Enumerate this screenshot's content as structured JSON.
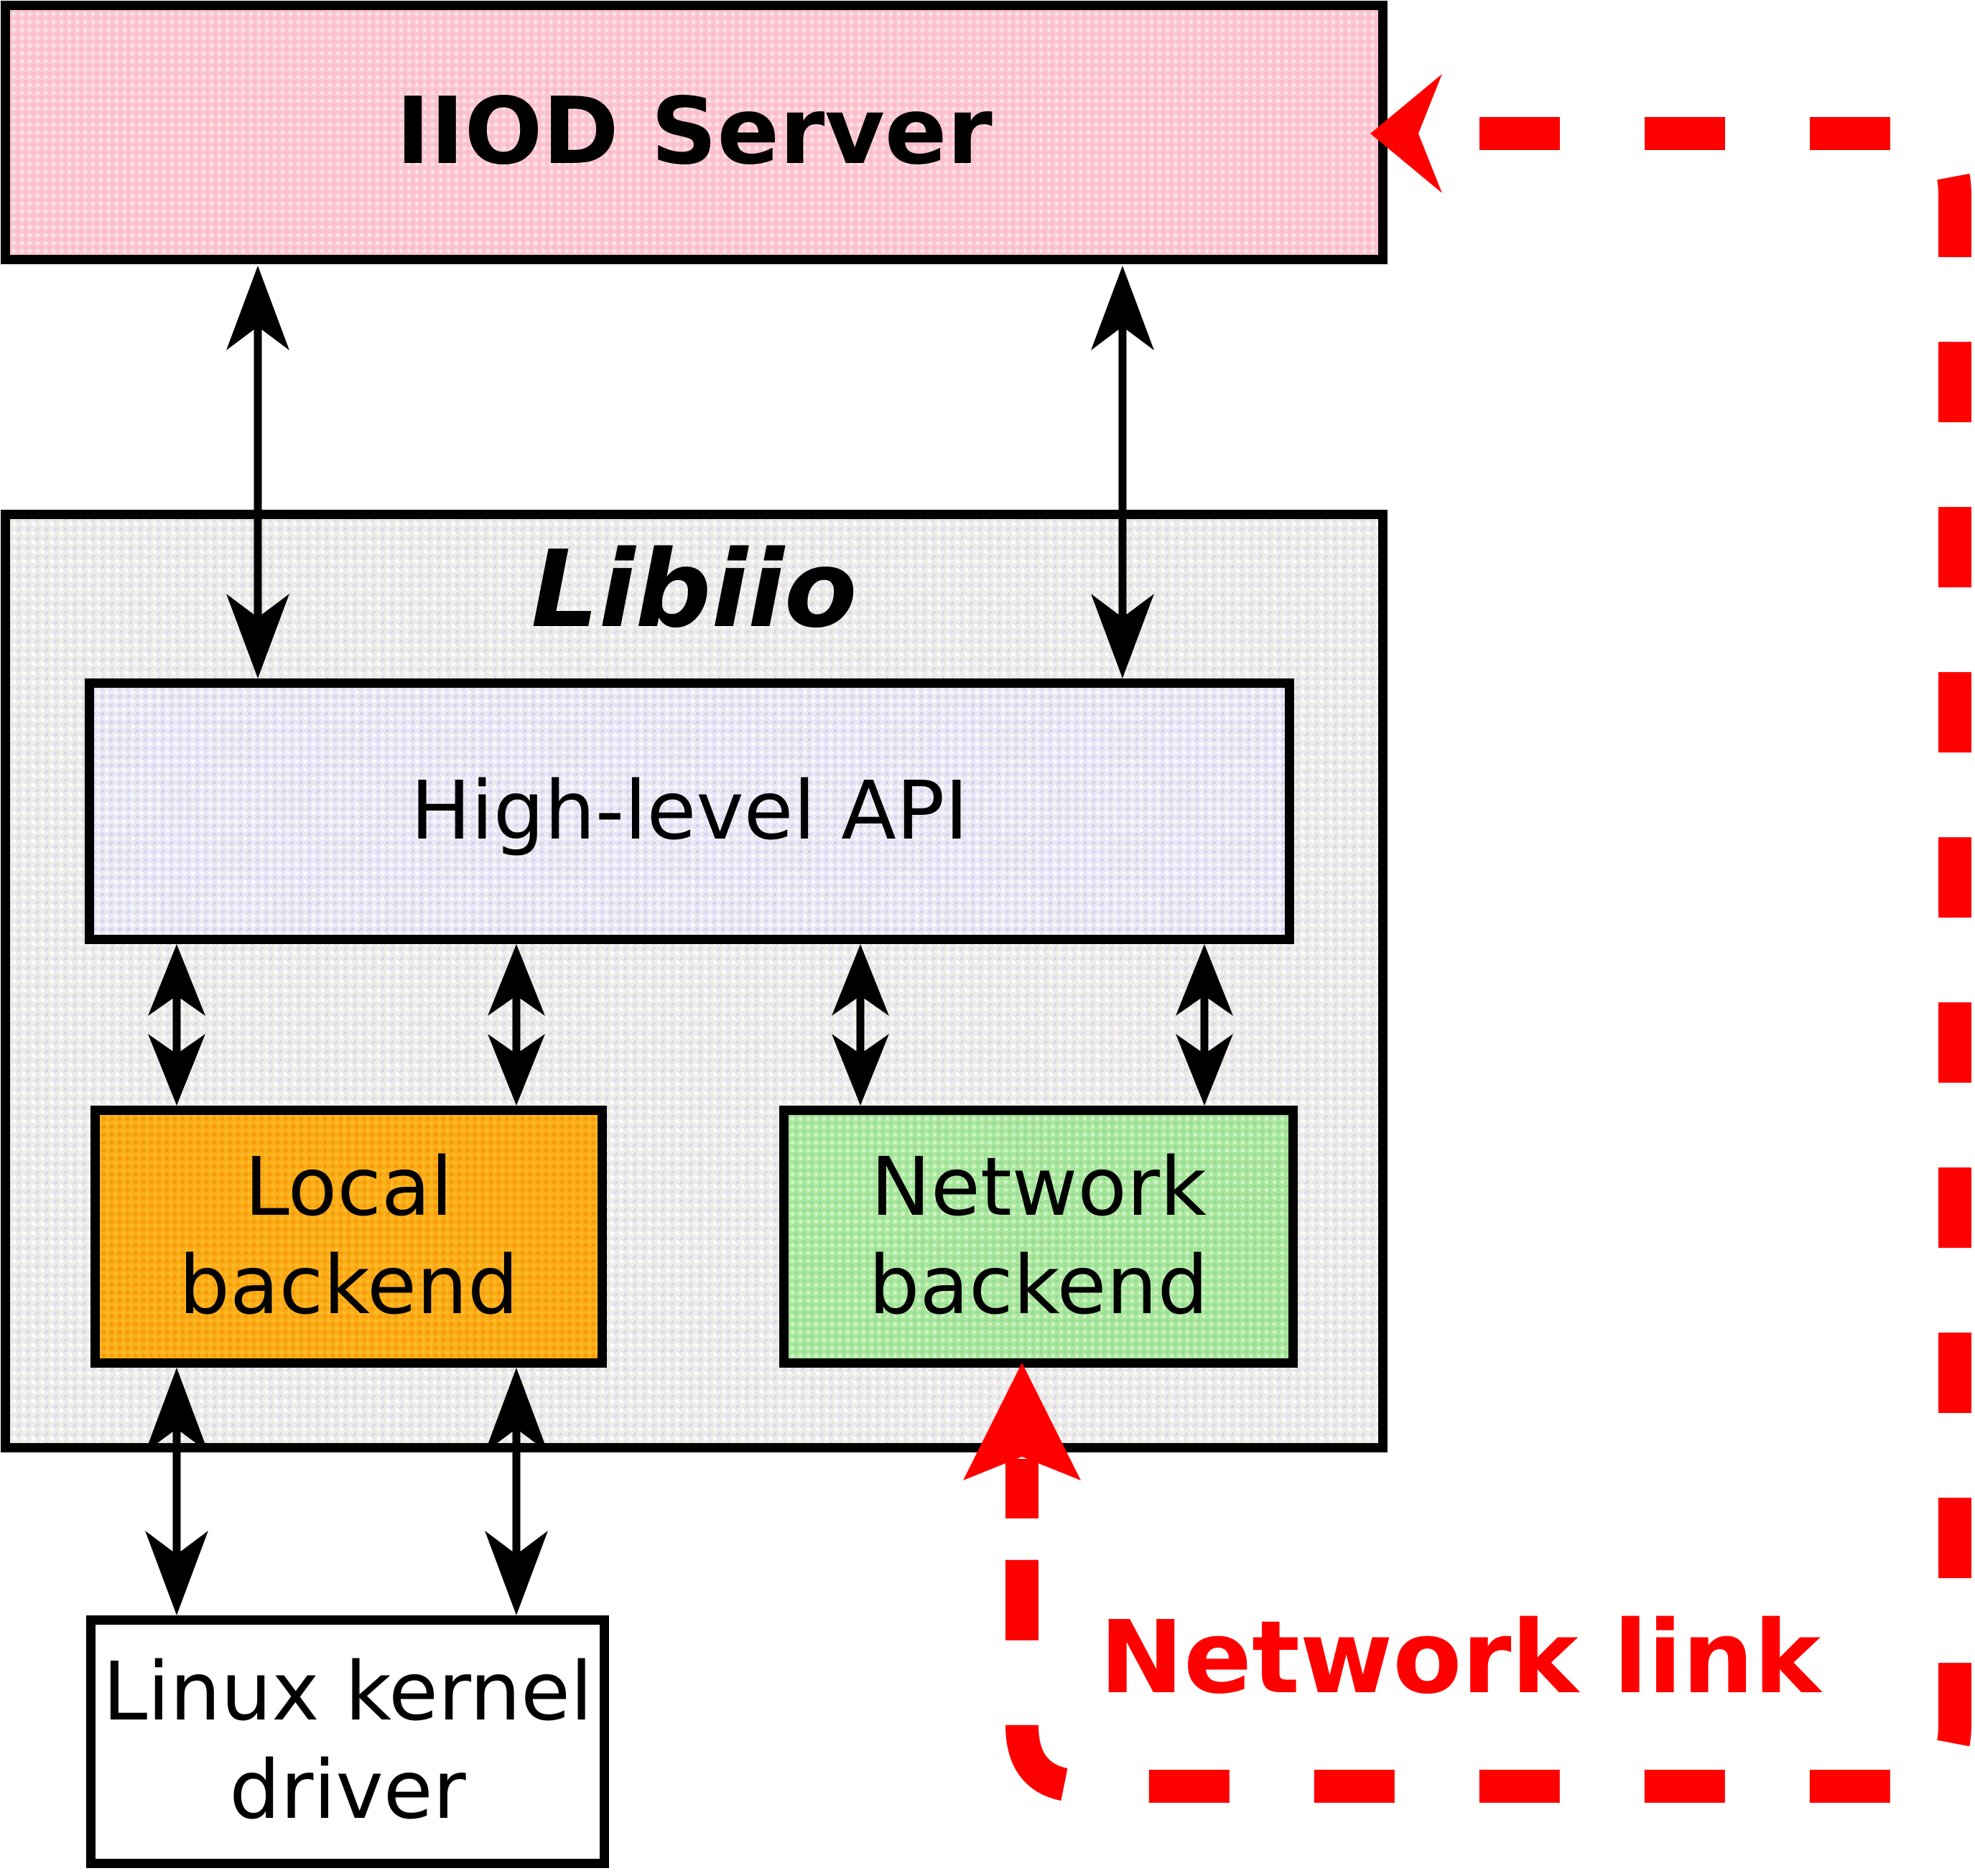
{
  "boxes": {
    "iiod_server": {
      "label": "IIOD Server"
    },
    "libiio": {
      "label": "Libiio"
    },
    "high_level_api": {
      "label": "High-level API"
    },
    "local_backend": {
      "lines": [
        "Local",
        "backend"
      ]
    },
    "network_backend": {
      "lines": [
        "Network",
        "backend"
      ]
    },
    "linux_kernel_driver": {
      "lines": [
        "Linux kernel",
        "driver"
      ]
    }
  },
  "annotations": {
    "network_link_label": "Network link"
  },
  "colors": {
    "iiod_fill": "#fcc6cf",
    "libiio_fill": "#ececec",
    "api_fill": "#e9e9f6",
    "local_fill": "#fbae17",
    "network_fill": "#a9e79b",
    "driver_fill": "#ffffff",
    "link_red": "#fe0000",
    "line_black": "#000000"
  }
}
